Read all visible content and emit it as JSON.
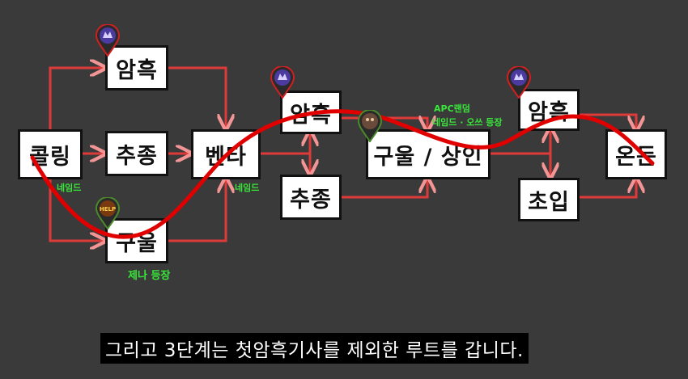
{
  "nodes": {
    "kolling": "콜링",
    "amheuk_1": "암흑",
    "chujong_1": "추종",
    "gubool_1": "구울",
    "benta": "벤타",
    "amheuk_2": "암흑",
    "chujong_2": "추종",
    "gubool_sangin": "구울 / 상인",
    "amheuk_3": "암흑",
    "choip": "초입",
    "ondun": "온든"
  },
  "annotations": {
    "nemd_1": "네임드",
    "nemd_2": "네임드",
    "jena": "제나 등장",
    "apc_1": "APC랜덤",
    "apc_2": "네임드 · 오쓰 등장"
  },
  "pins": {
    "help_label": "HELP"
  },
  "subtitle": "그리고 3단계는 첫암흑기사를 제외한 루트를 갑니다.",
  "colors": {
    "background": "#3a3a3a",
    "connector": "#e83a3a",
    "route_curve": "#e00000",
    "annotation": "#39e639",
    "dark_pin": "#4b3aa0",
    "help_pin": "#4a8a2a"
  },
  "icons": {
    "dark_knight_pin": "dark-knight-marker-icon",
    "help_pin": "help-marker-icon",
    "ghoul_pin": "ghoul-marker-icon"
  }
}
